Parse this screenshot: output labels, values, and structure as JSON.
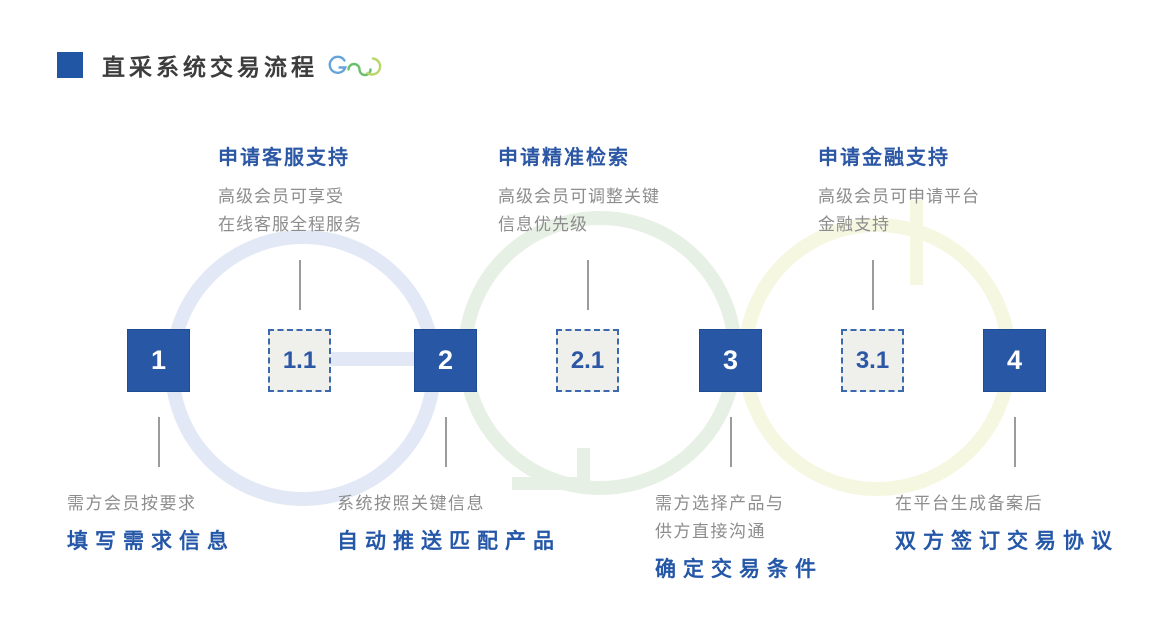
{
  "header": {
    "title": "直采系统交易流程",
    "logo_icon": "gnd-chain-logo"
  },
  "colors": {
    "primary_blue": "#2857a6",
    "heading_blue": "#2b57a5",
    "text_gray": "#8d8d8d",
    "ring_blue": "#e3e8f6",
    "ring_green": "#e7f0e4",
    "ring_yellow": "#f5f7e1",
    "dashed_box_bg": "#efefec",
    "dashed_border": "#3c68ae"
  },
  "steps": [
    {
      "label": "1",
      "type": "solid"
    },
    {
      "label": "1.1",
      "type": "dashed"
    },
    {
      "label": "2",
      "type": "solid"
    },
    {
      "label": "2.1",
      "type": "dashed"
    },
    {
      "label": "3",
      "type": "solid"
    },
    {
      "label": "3.1",
      "type": "dashed"
    },
    {
      "label": "4",
      "type": "solid"
    }
  ],
  "features": [
    {
      "title": "申请客服支持",
      "lines": [
        "高级会员可享受",
        "在线客服全程服务"
      ]
    },
    {
      "title": "申请精准检索",
      "lines": [
        "高级会员可调整关键",
        "信息优先级"
      ]
    },
    {
      "title": "申请金融支持",
      "lines": [
        "高级会员可申请平台",
        "金融支持"
      ]
    }
  ],
  "outcomes": [
    {
      "lines": [
        "需方会员按要求"
      ],
      "highlight": "填写需求信息"
    },
    {
      "lines": [
        "系统按照关键信息"
      ],
      "highlight": "自动推送匹配产品"
    },
    {
      "lines": [
        "需方选择产品与",
        "供方直接沟通"
      ],
      "highlight": "确定交易条件"
    },
    {
      "lines": [
        "在平台生成备案后"
      ],
      "highlight": "双方签订交易协议"
    }
  ]
}
